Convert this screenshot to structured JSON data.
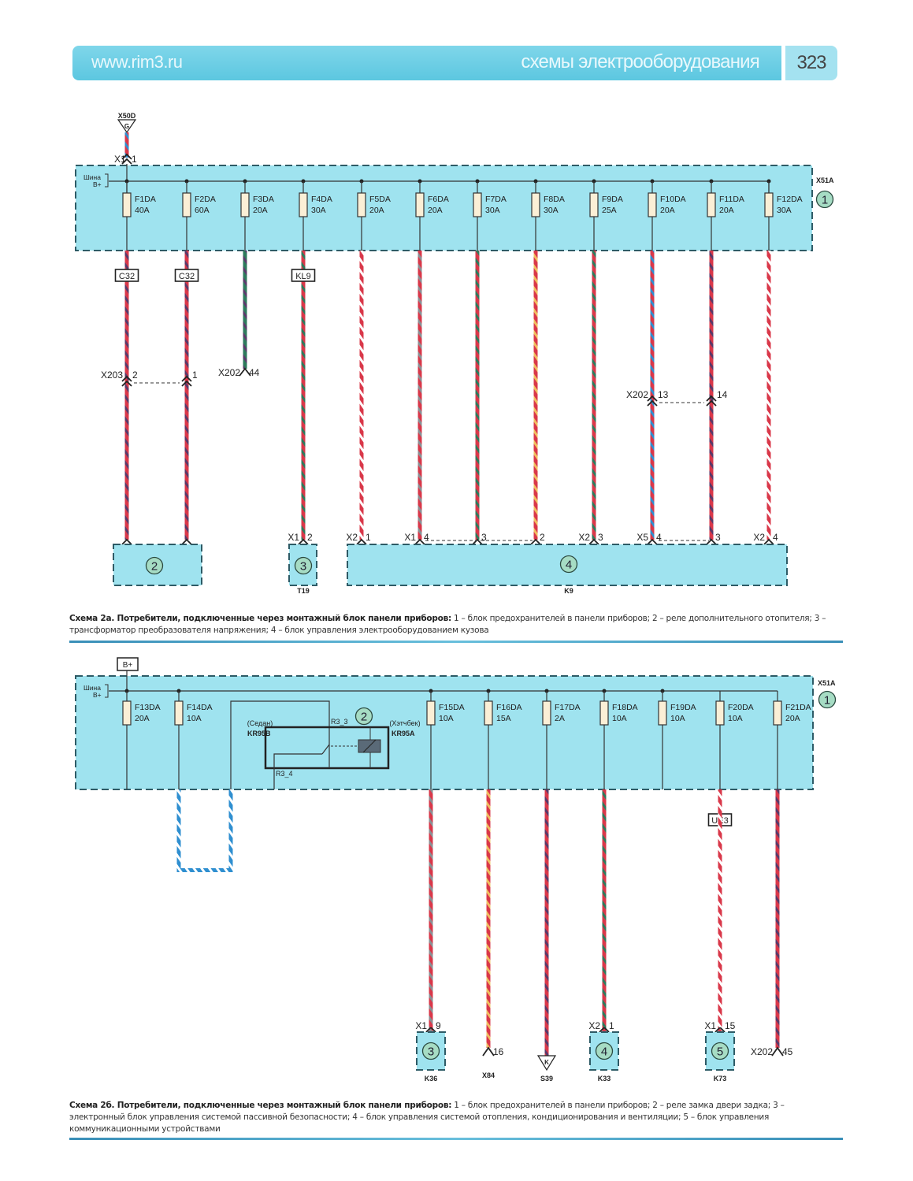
{
  "header": {
    "site": "www.rim3.ru",
    "section": "схемы электрооборудования",
    "page_number": "323"
  },
  "colors": {
    "block_fill": "#9fe3ef",
    "block_border": "#2e5b66",
    "header_bg": "#6ccfe6",
    "wire_red": "#d9384a",
    "wire_blue": "#2f8fd0",
    "wire_green": "#2e7a5c",
    "wire_violet": "#5a3a6a",
    "wire_grey": "#8a8f94",
    "wire_yellow": "#f0c060",
    "wire_white": "#ffffff",
    "fuse_fill": "#fbefd6"
  },
  "scheme_a": {
    "bus_label": [
      "Шина",
      "B+"
    ],
    "block_id": "X51A",
    "block_number": "1",
    "supply": {
      "connector": "X50D",
      "symbol": "G",
      "pin_connector": "X1",
      "pin": "1"
    },
    "fuses": [
      {
        "id": "F1DA",
        "rating": "40A",
        "wire": [
          "#d9384a",
          "#5a3a6a"
        ],
        "tag": "C32",
        "inline": {
          "conn": "X203",
          "pin": "2"
        },
        "end": {
          "conn": "",
          "pin": ""
        }
      },
      {
        "id": "F2DA",
        "rating": "60A",
        "wire": [
          "#d9384a",
          "#5a3a6a"
        ],
        "tag": "C32",
        "inline": {
          "conn": "",
          "pin": "1"
        },
        "end": {
          "conn": "",
          "pin": ""
        }
      },
      {
        "id": "F3DA",
        "rating": "20A",
        "wire": [
          "#2e7a5c",
          "#5a3a6a"
        ],
        "tag": "",
        "term": {
          "conn": "X202",
          "pin": "44"
        }
      },
      {
        "id": "F4DA",
        "rating": "30A",
        "wire": [
          "#d9384a",
          "#2e7a5c"
        ],
        "tag": "KL9",
        "end": {
          "conn": "X1",
          "pin": "2"
        }
      },
      {
        "id": "F5DA",
        "rating": "20A",
        "wire": [
          "#d9384a",
          "#ffffff"
        ],
        "tag": "",
        "end": {
          "conn": "X2",
          "pin": "1"
        }
      },
      {
        "id": "F6DA",
        "rating": "20A",
        "wire": [
          "#d9384a",
          "#8a8f94"
        ],
        "tag": "",
        "end": {
          "conn": "X1",
          "pin": "4"
        }
      },
      {
        "id": "F7DA",
        "rating": "30A",
        "wire": [
          "#d9384a",
          "#2e7a5c"
        ],
        "tag": "",
        "end": {
          "conn": "",
          "pin": "3"
        }
      },
      {
        "id": "F8DA",
        "rating": "30A",
        "wire": [
          "#d9384a",
          "#f0c060"
        ],
        "tag": "",
        "end": {
          "conn": "",
          "pin": "2"
        }
      },
      {
        "id": "F9DA",
        "rating": "25A",
        "wire": [
          "#d9384a",
          "#2e7a5c"
        ],
        "tag": "",
        "end": {
          "conn": "X2",
          "pin": "3"
        }
      },
      {
        "id": "F10DA",
        "rating": "20A",
        "wire": [
          "#d9384a",
          "#2f8fd0"
        ],
        "tag": "",
        "inline": {
          "conn": "X202",
          "pin": "13"
        },
        "end": {
          "conn": "X5",
          "pin": "4"
        }
      },
      {
        "id": "F11DA",
        "rating": "20A",
        "wire": [
          "#d9384a",
          "#5a3a6a"
        ],
        "tag": "",
        "inline": {
          "conn": "",
          "pin": "14"
        },
        "end": {
          "conn": "",
          "pin": "3"
        }
      },
      {
        "id": "F12DA",
        "rating": "30A",
        "wire": [
          "#d9384a",
          "#ffffff"
        ],
        "tag": "",
        "end": {
          "conn": "X2",
          "pin": "4"
        }
      }
    ],
    "devices": [
      {
        "number": "2",
        "code": ""
      },
      {
        "number": "3",
        "code": "T19"
      },
      {
        "number": "4",
        "code": "K9"
      }
    ],
    "caption_title": "Схема 2а. Потребители, подключенные через монтажный блок панели приборов:",
    "caption_text": " 1 – блок предохранителей в панели приборов; 2 – реле дополнительного отопителя; 3 – трансформатор преобразователя напряжения; 4 – блок управления электрооборудованием кузова"
  },
  "scheme_b": {
    "supply_label": "B+",
    "bus_label": [
      "Шина",
      "B+"
    ],
    "block_id": "X51A",
    "block_number": "1",
    "relay": {
      "number": "2",
      "left_note": "(Седан)",
      "left_code": "KR95B",
      "right_note": "(Хэтчбек)",
      "right_code": "KR95A",
      "pin_top": "R3_3",
      "pin_bottom": "R3_4"
    },
    "fuses": [
      {
        "id": "F13DA",
        "rating": "20A"
      },
      {
        "id": "F14DA",
        "rating": "10A"
      },
      {
        "id": "F15DA",
        "rating": "10A",
        "wire": [
          "#d9384a",
          "#8a8f94"
        ],
        "end": {
          "conn": "X1",
          "pin": "9"
        },
        "device": {
          "number": "3",
          "code": "K36"
        }
      },
      {
        "id": "F16DA",
        "rating": "15A",
        "wire": [
          "#d9384a",
          "#f0c060"
        ],
        "term": {
          "pin": "16",
          "code": "X84"
        }
      },
      {
        "id": "F17DA",
        "rating": "2A",
        "wire": [
          "#d9384a",
          "#5a3a6a"
        ],
        "ground": {
          "symbol": "K",
          "code": "S39"
        }
      },
      {
        "id": "F18DA",
        "rating": "10A",
        "wire": [
          "#d9384a",
          "#2e7a5c"
        ],
        "end": {
          "conn": "X2",
          "pin": "1"
        },
        "device": {
          "number": "4",
          "code": "K33"
        }
      },
      {
        "id": "F19DA",
        "rating": "10A"
      },
      {
        "id": "F20DA",
        "rating": "10A",
        "wire": [
          "#d9384a",
          "#ffffff"
        ],
        "tag": "UE3",
        "end": {
          "conn": "X1",
          "pin": "15"
        },
        "device": {
          "number": "5",
          "code": "K73"
        }
      },
      {
        "id": "F21DA",
        "rating": "20A",
        "wire": [
          "#d9384a",
          "#5a3a6a"
        ],
        "term": {
          "conn": "X202",
          "pin": "45"
        }
      }
    ],
    "loop_wire": [
      "#2f8fd0",
      "#ffffff"
    ],
    "caption_title": "Схема 2б. Потребители, подключенные через монтажный блок панели приборов:",
    "caption_text": " 1 – блок предохранителей в панели приборов; 2 – реле замка двери задка; 3 – электронный блок управления системой пассивной безопасности; 4 – блок управления системой отопления, кондиционирования и вентиляции; 5 – блок управления коммуникационными устройствами"
  }
}
